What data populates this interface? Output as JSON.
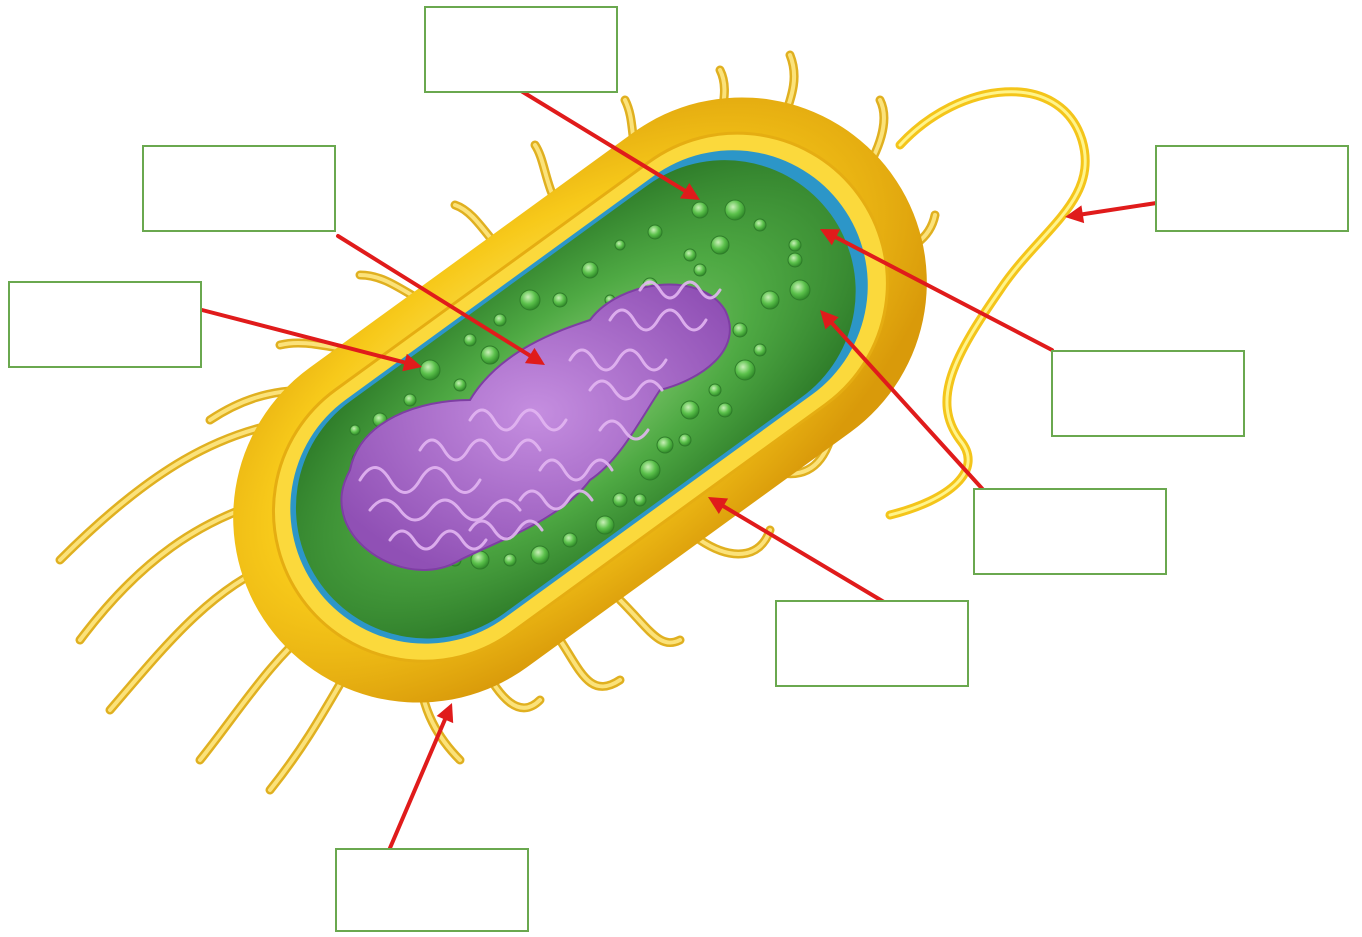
{
  "diagram": {
    "subject": "bacterial-cell",
    "colors": {
      "capsule": "#f7c91a",
      "capsule_dark": "#d99a0a",
      "cell_wall": "#fbd83a",
      "membrane": "#2c96c8",
      "cytoplasm": "#3f9a3a",
      "nucleoid": "#a25cc4",
      "ribosome": "#58c24a",
      "pili": "#f4d14a",
      "arrow": "#e01b1b",
      "label_border": "#6aa84f"
    },
    "labels": [
      {
        "id": "top",
        "text": ""
      },
      {
        "id": "upper-left",
        "text": ""
      },
      {
        "id": "left",
        "text": ""
      },
      {
        "id": "right-top",
        "text": ""
      },
      {
        "id": "right-middle",
        "text": ""
      },
      {
        "id": "right-lower",
        "text": ""
      },
      {
        "id": "bottom-right",
        "text": ""
      },
      {
        "id": "bottom",
        "text": ""
      }
    ]
  }
}
